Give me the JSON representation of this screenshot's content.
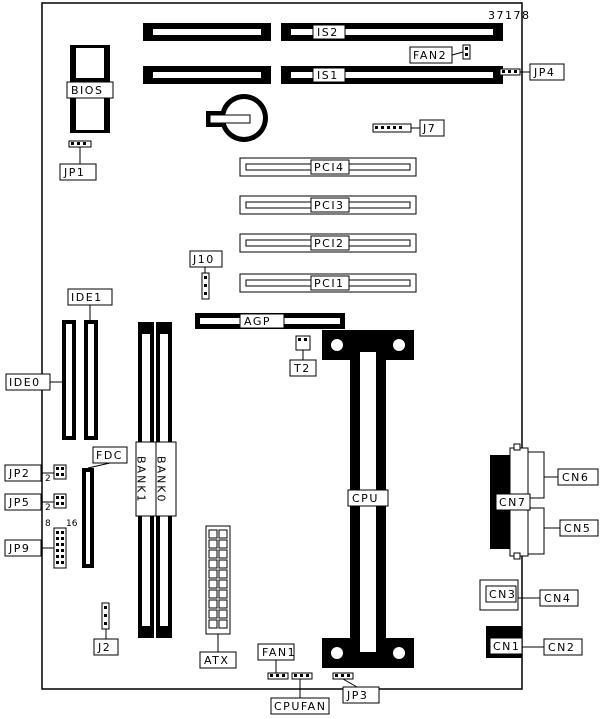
{
  "figure_id": "37178",
  "labels": {
    "is2": "IS2",
    "is1": "IS1",
    "fan2": "FAN2",
    "jp4": "JP4",
    "bios": "BIOS",
    "j7": "J7",
    "jp1": "JP1",
    "pci4": "PCI4",
    "pci3": "PCI3",
    "pci2": "PCI2",
    "pci1": "PCI1",
    "j10": "J10",
    "ide1": "IDE1",
    "agp": "AGP",
    "t2": "T2",
    "ide0": "IDE0",
    "fdc": "FDC",
    "jp2": "JP2",
    "jp5": "JP5",
    "jp9": "JP9",
    "bank1": "BANK1",
    "bank0": "BANK0",
    "cpu": "CPU",
    "cn6": "CN6",
    "cn7": "CN7",
    "cn5": "CN5",
    "cn3": "CN3",
    "cn4": "CN4",
    "cn1": "CN1",
    "cn2": "CN2",
    "atx": "ATX",
    "j2": "J2",
    "fan1": "FAN1",
    "cpufan": "CPUFAN",
    "jp3": "JP3"
  },
  "pin_numbers": {
    "p2a": "2",
    "p2b": "2",
    "p8": "8",
    "p16": "16"
  }
}
